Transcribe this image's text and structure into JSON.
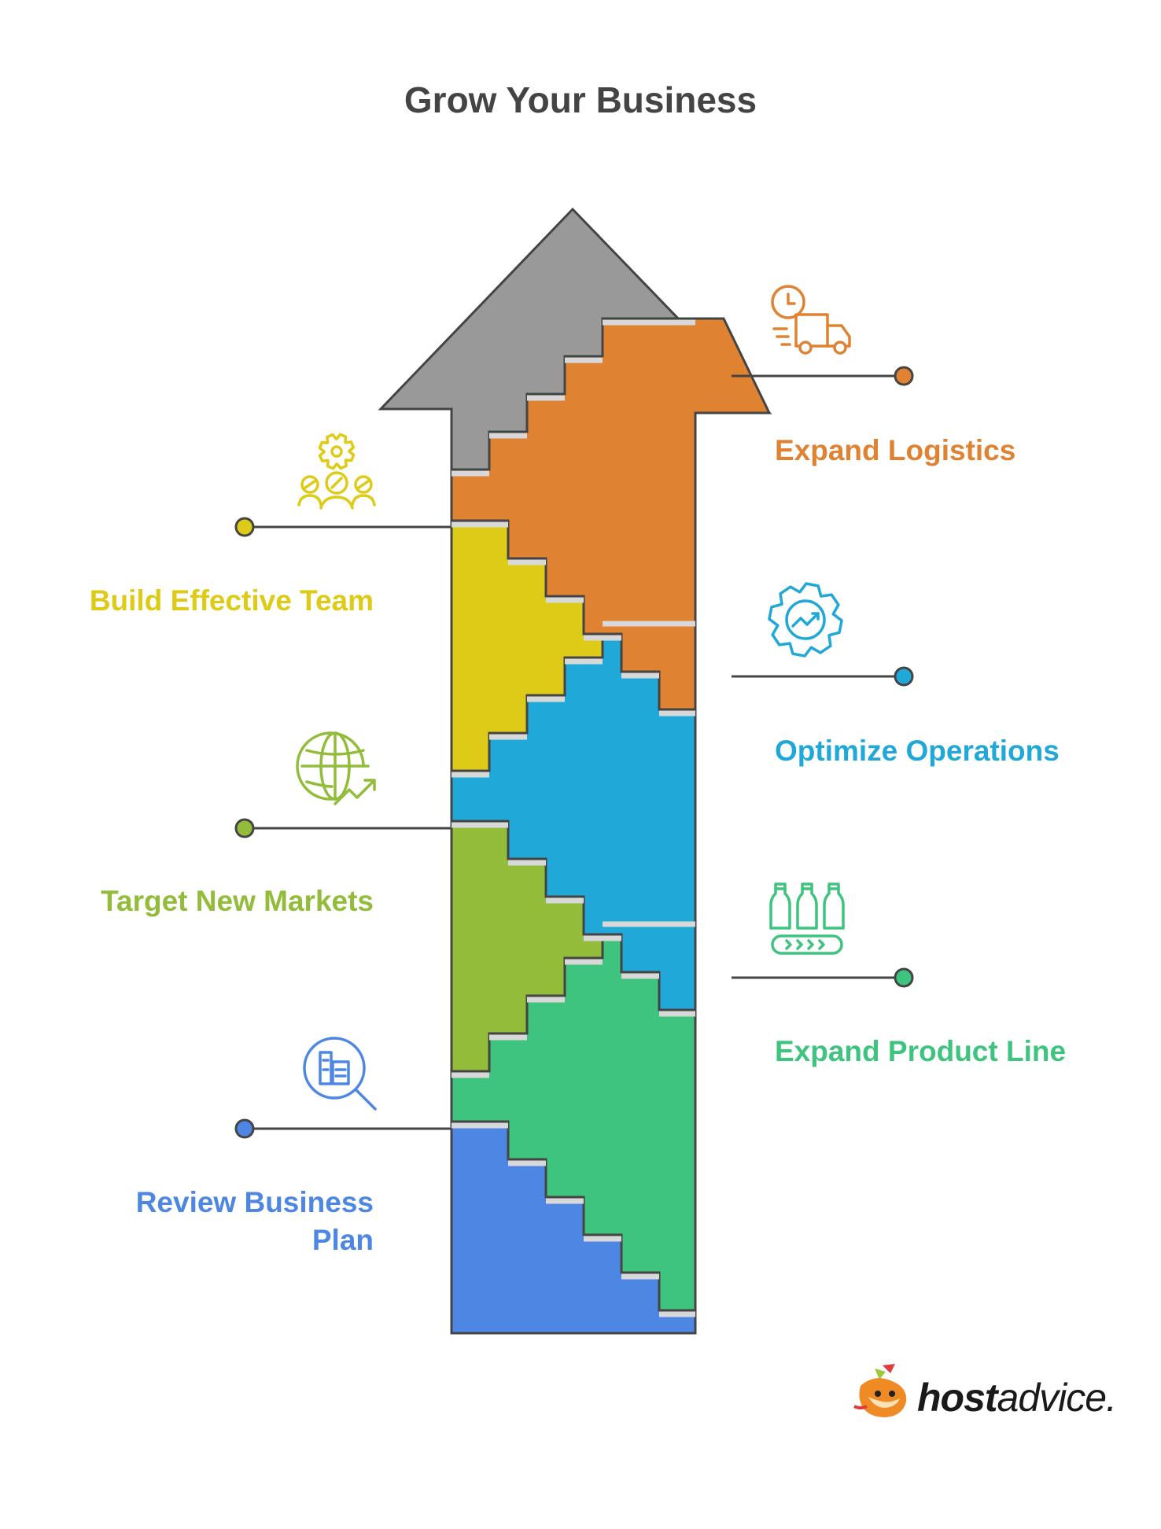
{
  "title": "Grow Your Business",
  "steps": [
    {
      "id": "review",
      "label": "Review Business Plan",
      "lines": [
        "Review Business",
        "Plan"
      ],
      "side": "left",
      "color": "#4E87E3",
      "icon": "search-plan-icon"
    },
    {
      "id": "product",
      "label": "Expand Product Line",
      "lines": [
        "Expand Product Line"
      ],
      "side": "right",
      "color": "#3EC47F",
      "icon": "product-line-icon"
    },
    {
      "id": "markets",
      "label": "Target New Markets",
      "lines": [
        "Target New Markets"
      ],
      "side": "left",
      "color": "#92BC3A",
      "icon": "globe-growth-icon"
    },
    {
      "id": "operations",
      "label": "Optimize Operations",
      "lines": [
        "Optimize Operations"
      ],
      "side": "right",
      "color": "#1FA8D8",
      "icon": "gear-chart-icon"
    },
    {
      "id": "team",
      "label": "Build Effective Team",
      "lines": [
        "Build Effective Team"
      ],
      "side": "left",
      "color": "#DDCB17",
      "icon": "team-gear-icon"
    },
    {
      "id": "logistics",
      "label": "Expand Logistics",
      "lines": [
        "Expand Logistics"
      ],
      "side": "right",
      "color": "#DF8232",
      "icon": "delivery-truck-icon"
    }
  ],
  "arrow_head_color": "#999999",
  "brand": {
    "bold": "host",
    "regular": "advice."
  }
}
